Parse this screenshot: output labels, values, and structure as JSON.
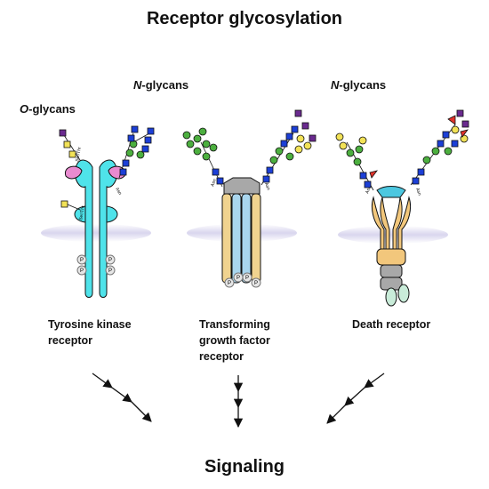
{
  "title": "Receptor glycosylation",
  "footer": "Signaling",
  "glycan_labels": {
    "o_glycans_prefix": "O",
    "o_glycans_suffix": "-glycans",
    "n_glycans_prefix": "N",
    "n_glycans_suffix": "-glycans"
  },
  "site_labels": {
    "ser_thr": "Ser/Thr",
    "asn": "Asn",
    "phospho": "P"
  },
  "receptors": [
    {
      "name": "Tyrosine kinase\nreceptor"
    },
    {
      "name": "Transforming\ngrowth factor\nreceptor"
    },
    {
      "name": "Death receptor"
    }
  ],
  "colors": {
    "tyrosine_kinase": "#4fe3ea",
    "tgf_tan": "#f0d38f",
    "tgf_blue": "#a9d6ee",
    "death_tan": "#f2c77c",
    "death_blue": "#4cc7e0",
    "gray": "#a8a8a8",
    "mint": "#c9ecd9",
    "pink": "#e98bd0",
    "membrane": "#9b95c8",
    "glc_blue": "#1c3fd6",
    "man_green": "#4caf3f",
    "gal_yellow": "#f2e257",
    "fuc_red": "#e2332b",
    "sia_purple": "#6a2a8f"
  }
}
